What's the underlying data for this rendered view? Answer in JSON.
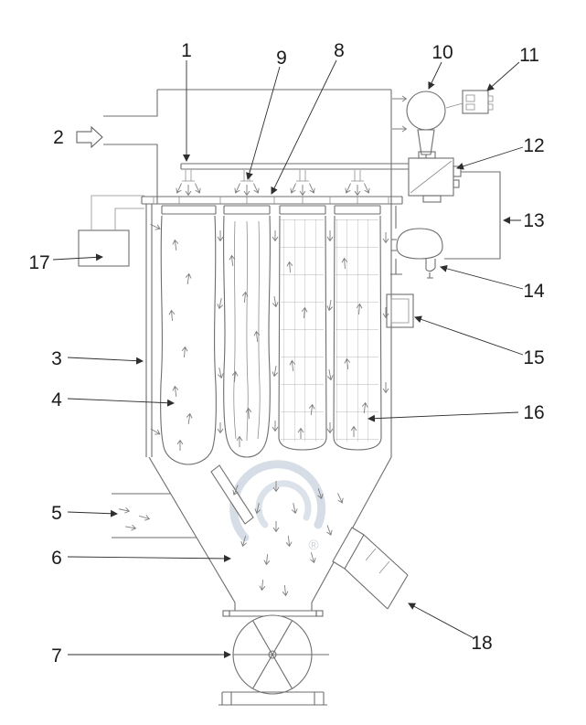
{
  "diagram": {
    "labels": {
      "n1": "1",
      "n2": "2",
      "n3": "3",
      "n4": "4",
      "n5": "5",
      "n6": "6",
      "n7": "7",
      "n8": "8",
      "n9": "9",
      "n10": "10",
      "n11": "11",
      "n12": "12",
      "n13": "13",
      "n14": "14",
      "n15": "15",
      "n16": "16",
      "n17": "17",
      "n18": "18"
    },
    "watermark": {
      "symbol": "®"
    }
  }
}
